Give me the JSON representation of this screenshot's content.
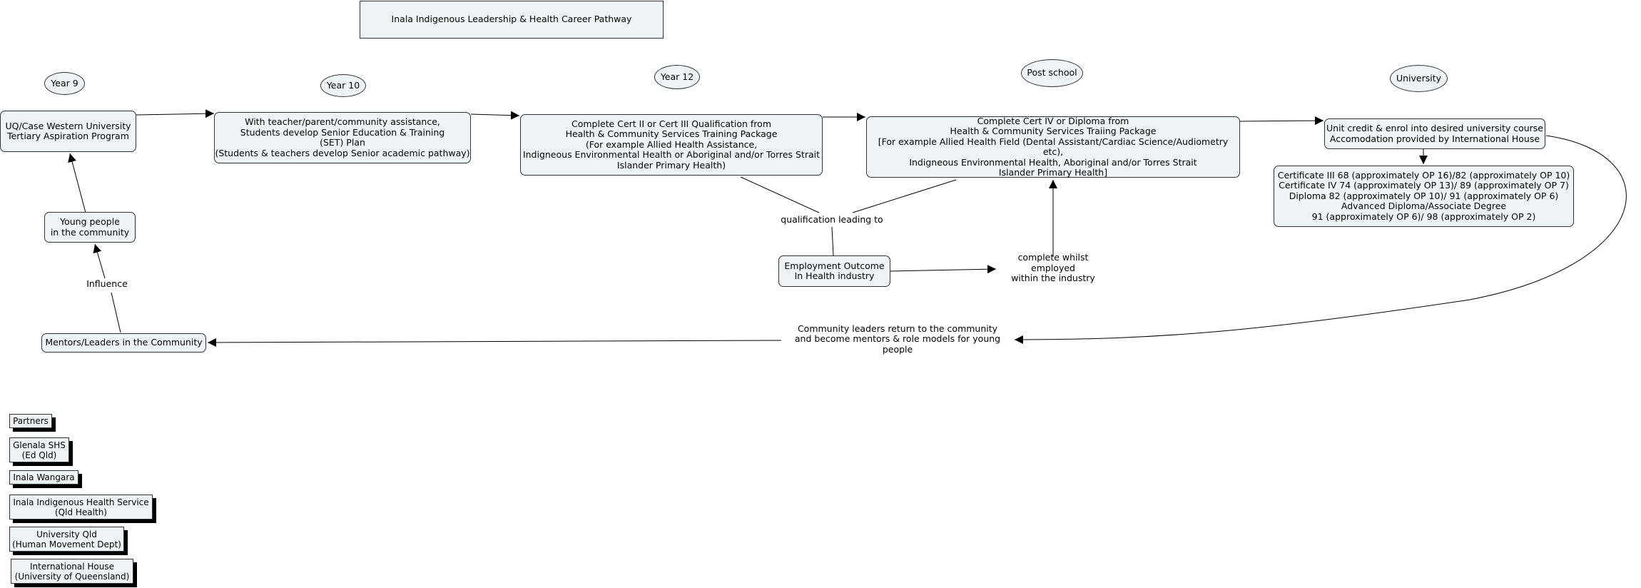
{
  "title": "Inala Indigenous Leadership & Health Career Pathway",
  "stages": {
    "year9": "Year 9",
    "year10": "Year 10",
    "year12": "Year 12",
    "post_school": "Post school",
    "university": "University"
  },
  "nodes": {
    "uq_program": "UQ/Case Western University\nTertiary Aspiration Program",
    "set_plan": "With teacher/parent/community assistance,\nStudents develop Senior Education & Training\n(SET) Plan\n(Students & teachers develop Senior academic pathway)",
    "cert_ii_iii": "Complete Cert II or Cert III Qualification from\nHealth & Community Services Training Package\n(For example Allied Health Assistance,\nIndigneous Environmental Health or Aboriginal and/or Torres Strait\nIslander Primary Health)",
    "cert_iv_diploma": "Complete Cert IV or Diploma from\nHealth & Community Services Traiing Package\n[For example Allied Health Field (Dental Assistant/Cardiac Science/Audiometry etc),\nIndigneous Environmental Health, Aboriginal and/or Torres Strait\nIslander Primary Health]",
    "unit_credit": "Unit credit & enrol into desired university course\nAccomodation provided by International House",
    "op_equivalents": "Certificate III 68 (approximately OP 16)/82 (approximately OP 10)\nCertificate IV 74 (approximately OP 13)/ 89 (approximately OP 7)\nDiploma 82 (approximately OP 10)/ 91 (approximately OP 6)\nAdvanced Diploma/Associate Degree\n91 (approximately OP 6)/ 98 (approximately OP 2)",
    "young_people": "Young people\n in the community",
    "employment": "Employment Outcome\nIn Health industry",
    "mentors": "Mentors/Leaders in the Community"
  },
  "links": {
    "qualification": "qualification leading to",
    "complete_whilst": "complete whilst employed\nwithin the industry",
    "community_return": "Community leaders return to the community\nand become mentors & role models for young people",
    "influence": "Influence"
  },
  "partners": [
    "Partners",
    "Glenala SHS\n(Ed Qld)",
    "Inala Wangara",
    "Inala Indigenous Health Service\n(Qld Health)",
    "University Qld\n(Human Movement Dept)",
    "International House\n(University of Queensland)"
  ]
}
